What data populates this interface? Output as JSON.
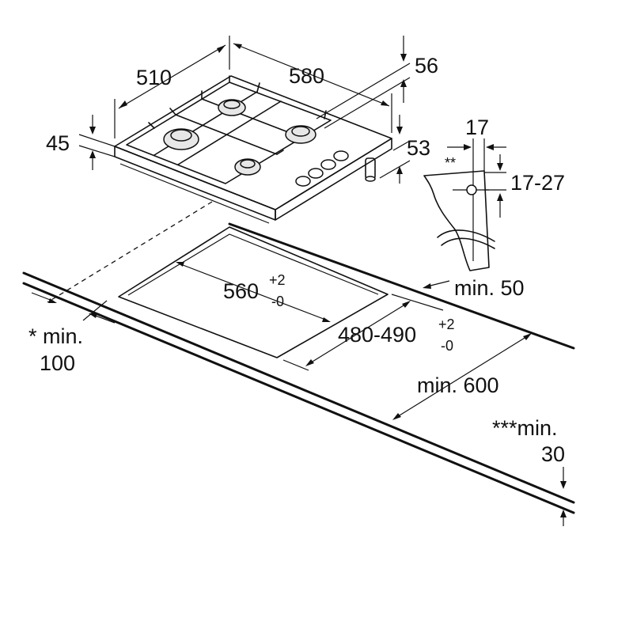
{
  "labels": {
    "depth_510": "510",
    "width_580": "580",
    "height_56": "56",
    "height_45": "45",
    "height_53": "53",
    "dim_17": "17",
    "dim_17_27": "17-27",
    "double_star": "**",
    "cutout_560": "560",
    "cutout_560_tol_plus": "+2",
    "cutout_560_tol_minus": "-0",
    "cutout_480_490": "480-490",
    "cutout_480_tol_plus": "+2",
    "cutout_480_tol_minus": "-0",
    "min_50": "min. 50",
    "min_600": "min. 600",
    "min_100_line1": "* min.",
    "min_100_line2": "100",
    "min_30_line1": "***min.",
    "min_30_line2": "30"
  },
  "colors": {
    "line": "#111111",
    "burner_fill": "#e7e7e7",
    "background": "#ffffff"
  }
}
